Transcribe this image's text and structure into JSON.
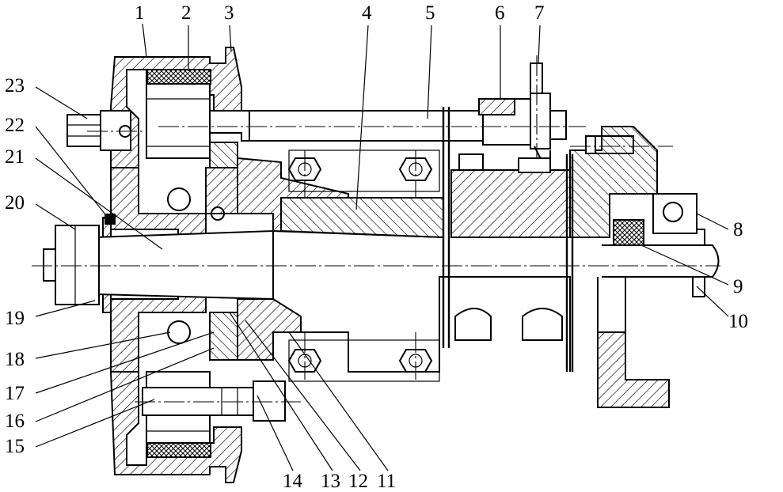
{
  "labels": {
    "n1": "1",
    "n2": "2",
    "n3": "3",
    "n4": "4",
    "n5": "5",
    "n6": "6",
    "n7": "7",
    "n8": "8",
    "n9": "9",
    "n10": "10",
    "n11": "11",
    "n12": "12",
    "n13": "13",
    "n14": "14",
    "n15": "15",
    "n16": "16",
    "n17": "17",
    "n18": "18",
    "n19": "19",
    "n20": "20",
    "n21": "21",
    "n22": "22",
    "n23": "23"
  },
  "colors": {
    "ink": "#000000",
    "paper": "#ffffff"
  }
}
